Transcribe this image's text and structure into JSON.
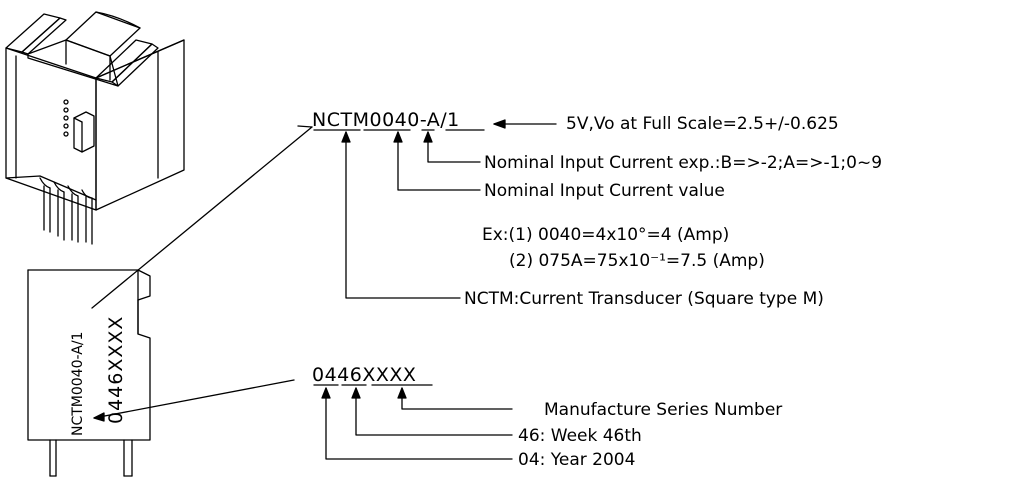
{
  "part_code": {
    "main": "NCTM0040-A/1",
    "segments": [
      "NCTM",
      "0040",
      "-",
      "A/1"
    ]
  },
  "annotations": {
    "output_spec": "5V,Vo at Full Scale=2.5+/-0.625",
    "exponent_note": "Nominal Input Current exp.:B=>-2;A=>-1;0~9",
    "value_note": "Nominal Input Current value",
    "example_1": "Ex:(1) 0040=4x10°=4 (Amp)",
    "example_2": "(2) 075A=75x10⁻¹=7.5 (Amp)",
    "type_note": "NCTM:Current Transducer (Square type M)"
  },
  "date_code": {
    "main": "0446XXXX",
    "segments": [
      "04",
      "46",
      "XXXX"
    ],
    "serial_note": "Manufacture Series Number",
    "week_note": "46: Week 46th",
    "year_note": "04: Year 2004"
  },
  "device_label": {
    "line1": "NCTM0040-A/1",
    "line2": "0446XXXX"
  }
}
